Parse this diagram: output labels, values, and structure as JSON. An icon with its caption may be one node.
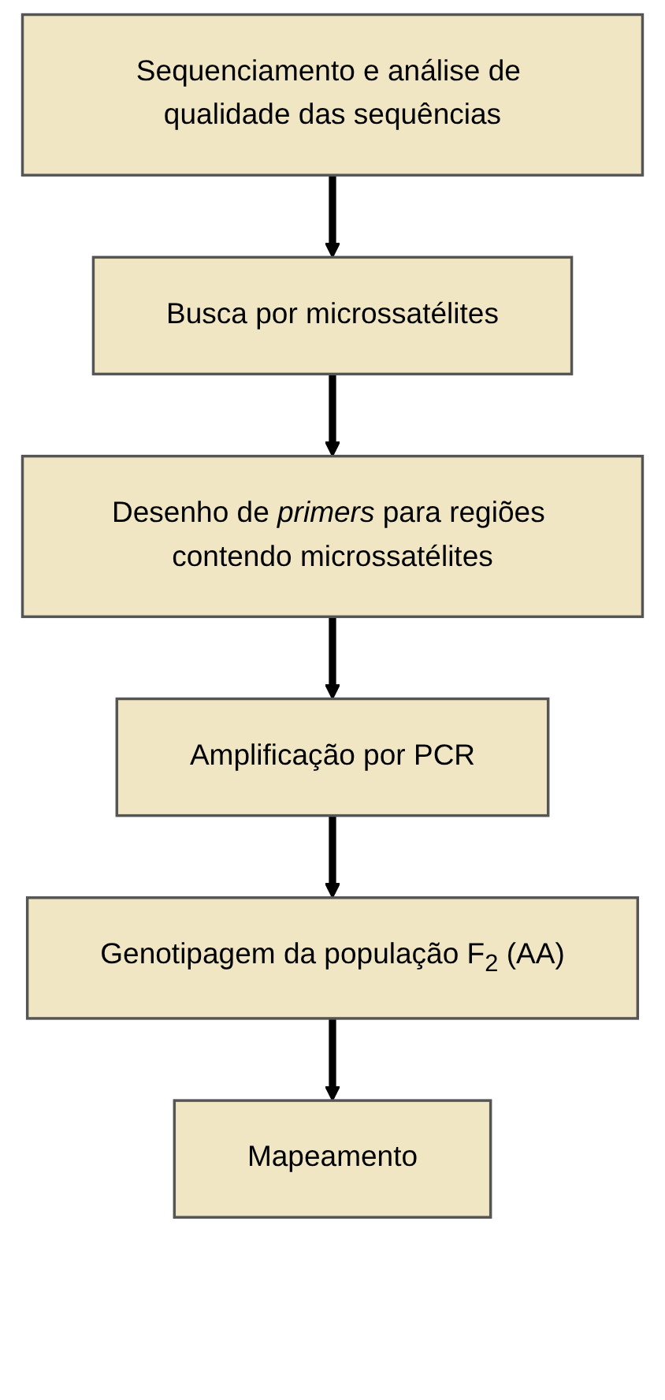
{
  "diagram": {
    "nodes": [
      {
        "text": [
          "Sequenciamento e análise de qualidade das sequências"
        ]
      },
      {
        "text": [
          "Busca por microssatélites"
        ]
      },
      {
        "text": [
          "Desenho de *primers* para regiões contendo microssatélites"
        ]
      },
      {
        "text": [
          "Amplificação por PCR"
        ]
      },
      {
        "text": [
          "Genotipagem da população F$_{2}$ (AA)"
        ]
      },
      {
        "text": [
          "Mapeamento"
        ]
      }
    ],
    "edges": [
      {
        "from": 0,
        "to": 1,
        "arrow": "to"
      },
      {
        "from": 1,
        "to": 2,
        "arrow": "to"
      },
      {
        "from": 2,
        "to": 3,
        "arrow": "to"
      },
      {
        "from": 3,
        "to": 4,
        "arrow": "to"
      },
      {
        "from": 4,
        "to": 5,
        "arrow": "to"
      }
    ]
  }
}
